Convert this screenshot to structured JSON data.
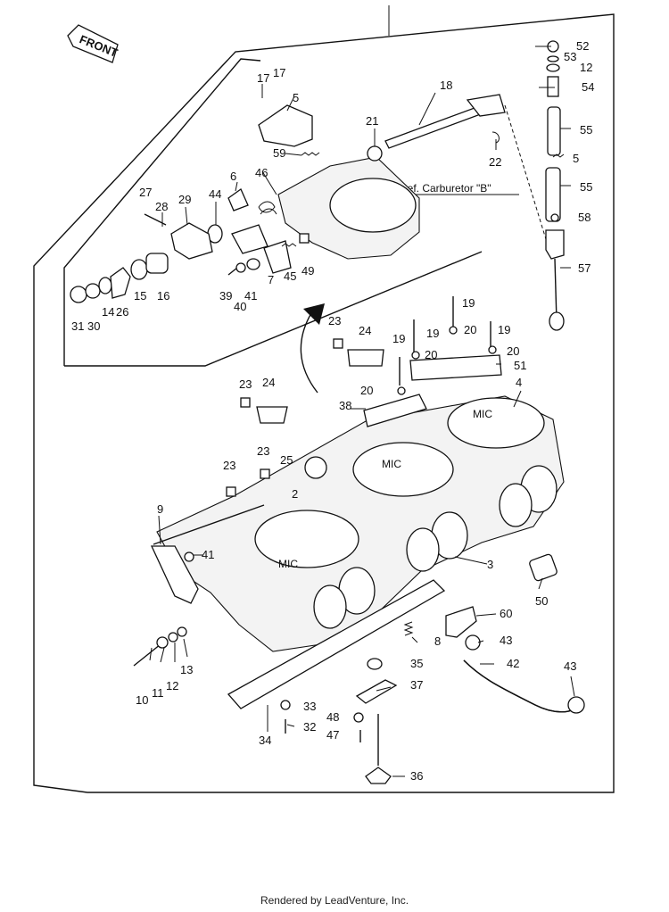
{
  "front_arrow_label": "FRONT",
  "ref_note": "Ref. Carburetor \"B\"",
  "cover_marking": "MIC",
  "footer": "Rendered by LeadVenture, Inc.",
  "part_labels": [
    "2",
    "3",
    "4",
    "5",
    "5",
    "6",
    "7",
    "8",
    "9",
    "10",
    "11",
    "12",
    "12",
    "13",
    "14",
    "15",
    "16",
    "17",
    "17",
    "18",
    "19",
    "19",
    "19",
    "19",
    "20",
    "20",
    "20",
    "20",
    "21",
    "22",
    "23",
    "23",
    "23",
    "23",
    "24",
    "24",
    "25",
    "26",
    "27",
    "28",
    "29",
    "30",
    "31",
    "32",
    "33",
    "34",
    "35",
    "36",
    "37",
    "38",
    "39",
    "40",
    "41",
    "41",
    "42",
    "43",
    "43",
    "44",
    "45",
    "46",
    "47",
    "48",
    "49",
    "50",
    "51",
    "52",
    "53",
    "54",
    "55",
    "55",
    "57",
    "58",
    "59",
    "60"
  ]
}
